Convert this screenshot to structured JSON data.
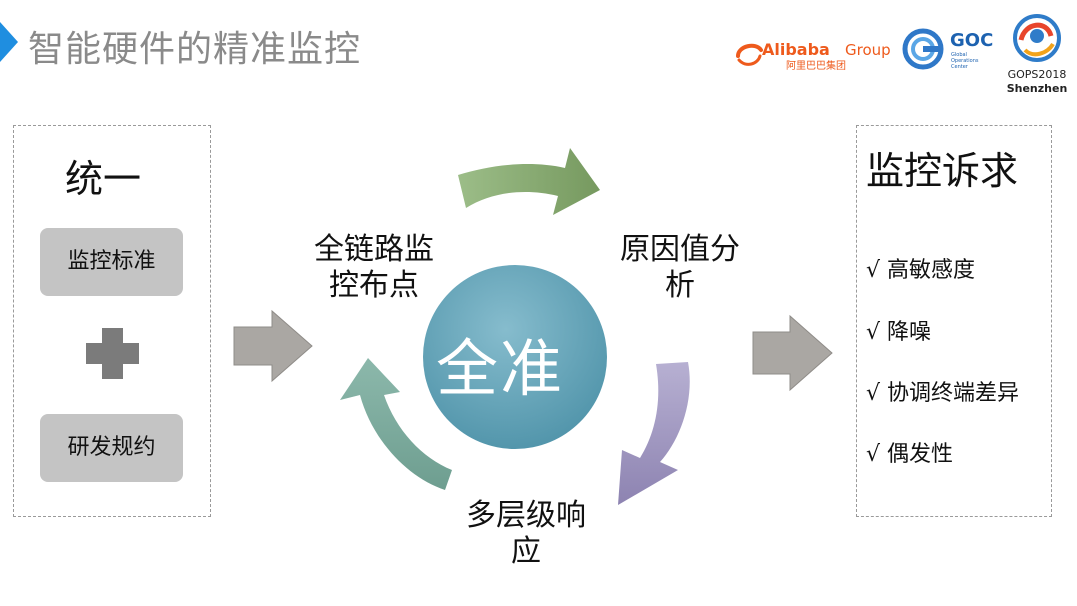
{
  "header": {
    "title": "智能硬件的精准监控",
    "logos": {
      "alibaba_name": "Alibaba",
      "alibaba_group": "Group",
      "alibaba_cn": "阿里巴巴集团",
      "goc": "GOC",
      "goc_sub": [
        "Global",
        "Operations",
        "Center"
      ],
      "gops_line1": "GOPS2018",
      "gops_line2": "Shenzhen"
    }
  },
  "left_panel": {
    "title": "统一",
    "item1": "监控标准",
    "item2": "研发规约"
  },
  "center": {
    "circle_label": "全准",
    "nodes": {
      "top_left": [
        "全链路监",
        "控布点"
      ],
      "top_right": [
        "原因值分",
        "析"
      ],
      "bottom": [
        "多层级响",
        "应"
      ]
    }
  },
  "right_panel": {
    "title": "监控诉求",
    "items": [
      "√ 高敏感度",
      "√ 降噪",
      "√ 协调终端差异",
      "√ 偶发性"
    ]
  },
  "colors": {
    "title_accent": "#1f8ee0",
    "arrow_green": "#84a773",
    "arrow_purple": "#9c92bd",
    "arrow_teal": "#78a89c",
    "circle": "#6ca9bd",
    "grey_box": "#c4c4c4",
    "plus": "#7b7b7b",
    "side_arrow": "#a9a6a2"
  }
}
